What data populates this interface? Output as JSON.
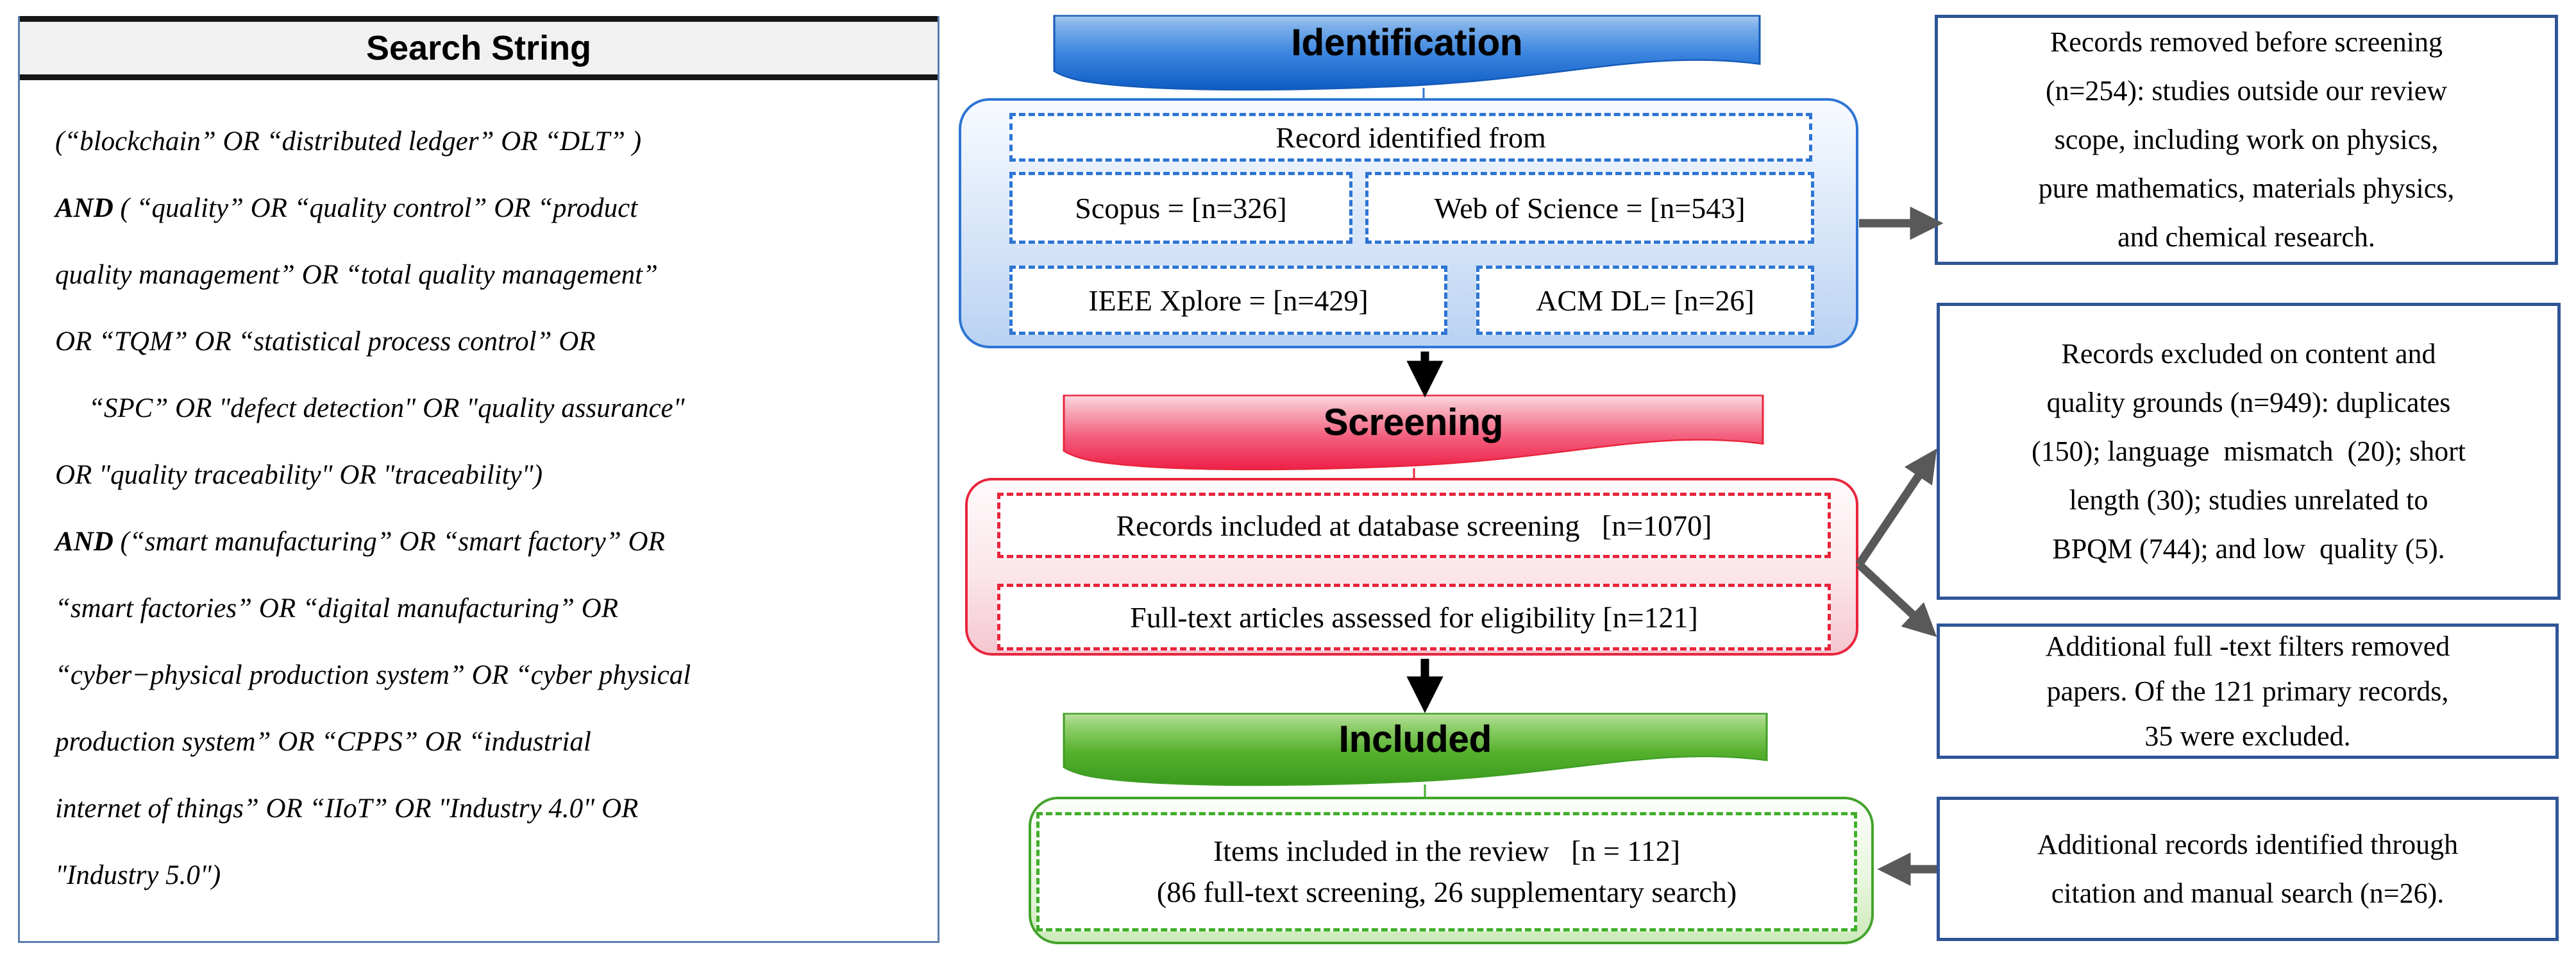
{
  "left_panel": {
    "title": "Search String",
    "lines": [
      {
        "bold": "",
        "text": "(“blockchain” OR “distributed ledger” OR “DLT” )"
      },
      {
        "bold": "AND",
        "text": " ( “quality” OR “quality control” OR “product"
      },
      {
        "bold": "",
        "text": "quality management” OR “total quality management”"
      },
      {
        "bold": "",
        "text": "OR “TQM” OR “statistical process control” OR"
      },
      {
        "bold": "",
        "text": "“SPC” OR \"defect detection\" OR \"quality assurance\""
      },
      {
        "bold": "",
        "text": "OR \"quality traceability\" OR \"traceability\")"
      },
      {
        "bold": "AND",
        "text": " (“smart manufacturing” OR “smart factory” OR"
      },
      {
        "bold": "",
        "text": "“smart factories” OR “digital manufacturing” OR"
      },
      {
        "bold": "",
        "text": "“cyber−physical production system” OR “cyber physical"
      },
      {
        "bold": "",
        "text": "production system” OR “CPPS” OR “industrial"
      },
      {
        "bold": "",
        "text": "internet of things” OR “IIoT” OR \"Industry 4.0\" OR"
      },
      {
        "bold": "",
        "text": "\"Industry 5.0\")"
      }
    ]
  },
  "flow": {
    "identification": {
      "banner": "Identification",
      "header_box": "Record identified from",
      "sources": [
        {
          "label": "Scopus = [n=326]"
        },
        {
          "label": "Web of Science = [n=543]"
        },
        {
          "label": "IEEE Xplore = [n=429]"
        },
        {
          "label": "ACM DL= [n=26]"
        }
      ]
    },
    "screening": {
      "banner": "Screening",
      "boxes": [
        "Records included at database screening   [n=1070]",
        "Full-text articles assessed for eligibility [n=121]"
      ]
    },
    "included": {
      "banner": "Included",
      "box_line1": "Items included in the review   [n = 112]",
      "box_line2": "(86 full-text screening, 26 supplementary search)"
    }
  },
  "side_notes": [
    {
      "lines": [
        "Records removed before screening",
        "(n=254): studies outside our review",
        "scope, including work on physics,",
        "pure mathematics, materials physics,",
        "and chemical research."
      ]
    },
    {
      "lines": [
        "Records excluded on content and",
        "quality grounds (n=949): duplicates",
        "(150); language  mismatch  (20); short",
        "length (30); studies unrelated to",
        "BPQM (744); and low  quality (5)."
      ]
    },
    {
      "lines": [
        "Additional full -text filters removed",
        "papers. Of the 121 primary records,",
        "35 were excluded."
      ]
    },
    {
      "lines": [
        "Additional records identified through",
        "citation and manual search (n=26)."
      ]
    }
  ],
  "colors": {
    "identification_accent": "#2e75d4",
    "screening_accent": "#e8243c",
    "included_accent": "#3faf2a",
    "note_border": "#2f5597",
    "arrow_gray": "#595959",
    "arrow_black": "#000000"
  }
}
